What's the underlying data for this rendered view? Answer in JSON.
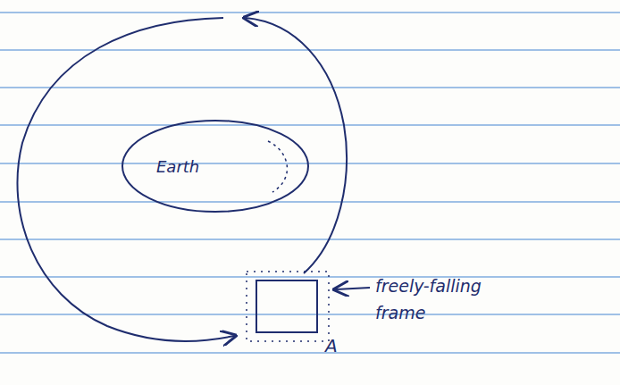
{
  "diagram": {
    "nodes": [
      {
        "text": [
          "Earth"
        ]
      },
      {
        "text": [
          "A"
        ]
      }
    ],
    "labels": [
      "freely-falling frame"
    ]
  }
}
